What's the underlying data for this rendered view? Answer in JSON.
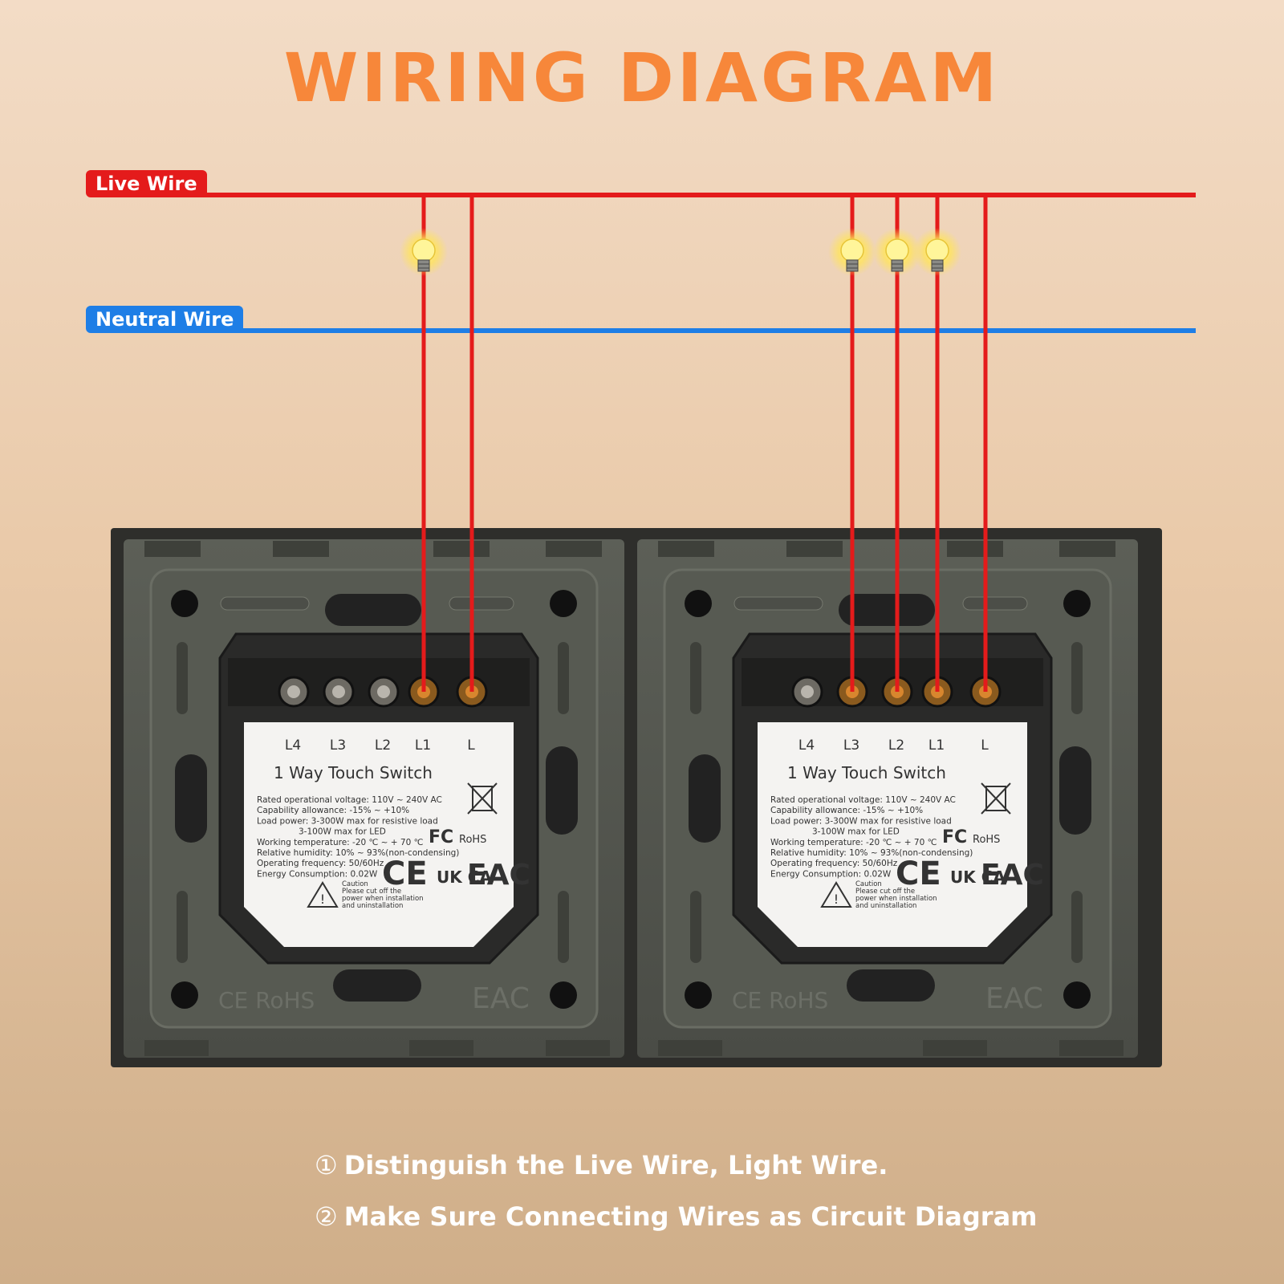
{
  "title": "WIRING DIAGRAM",
  "wires": {
    "live_label": "Live Wire",
    "neutral_label": "Neutral  Wire"
  },
  "colors": {
    "live": "#e41b1b",
    "neutral": "#1e7ee6",
    "title": "#f7873a"
  },
  "switches": [
    {
      "terminals": [
        "L4",
        "L3",
        "L2",
        "L1",
        "L"
      ],
      "connected": [
        "L1",
        "L"
      ],
      "lamps": 1,
      "model": "1  Way Touch Switch",
      "specs": [
        "Rated operational voltage:  110V ~ 240V AC",
        "Capability allowance: -15% ~ +10%",
        "Load power: 3-300W max for resistive load",
        "3-100W max for LED",
        "Working temperature:  -20 ℃ ~ + 70 ℃",
        "Relative humidity: 10% ~ 93%(non-condensing)",
        "Operating frequency: 50/60Hz",
        "Energy Consumption: 0.02W"
      ],
      "caution": [
        "Caution",
        "Please cut off the",
        "power when installation",
        "and uninstallation"
      ],
      "marks": [
        "FC",
        "RoHS",
        "CE",
        "UK CA",
        "EAC"
      ],
      "back_marks": [
        "CE RoHS",
        "EAC"
      ]
    },
    {
      "terminals": [
        "L4",
        "L3",
        "L2",
        "L1",
        "L"
      ],
      "connected": [
        "L3",
        "L2",
        "L1",
        "L"
      ],
      "lamps": 3,
      "model": "1  Way Touch Switch",
      "specs": [
        "Rated operational voltage:  110V ~ 240V AC",
        "Capability allowance: -15% ~ +10%",
        "Load power: 3-300W max for resistive load",
        "3-100W max for LED",
        "Working temperature:  -20 ℃ ~ + 70 ℃",
        "Relative humidity: 10% ~ 93%(non-condensing)",
        "Operating frequency: 50/60Hz",
        "Energy Consumption: 0.02W"
      ],
      "caution": [
        "Caution",
        "Please cut off the",
        "power when installation",
        "and uninstallation"
      ],
      "marks": [
        "FC",
        "RoHS",
        "CE",
        "UK CA",
        "EAC"
      ],
      "back_marks": [
        "CE RoHS",
        "EAC"
      ]
    }
  ],
  "steps": [
    {
      "num": "①",
      "text": "Distinguish the Live Wire, Light Wire."
    },
    {
      "num": "②",
      "text": "Make Sure Connecting Wires as Circuit Diagram"
    }
  ]
}
